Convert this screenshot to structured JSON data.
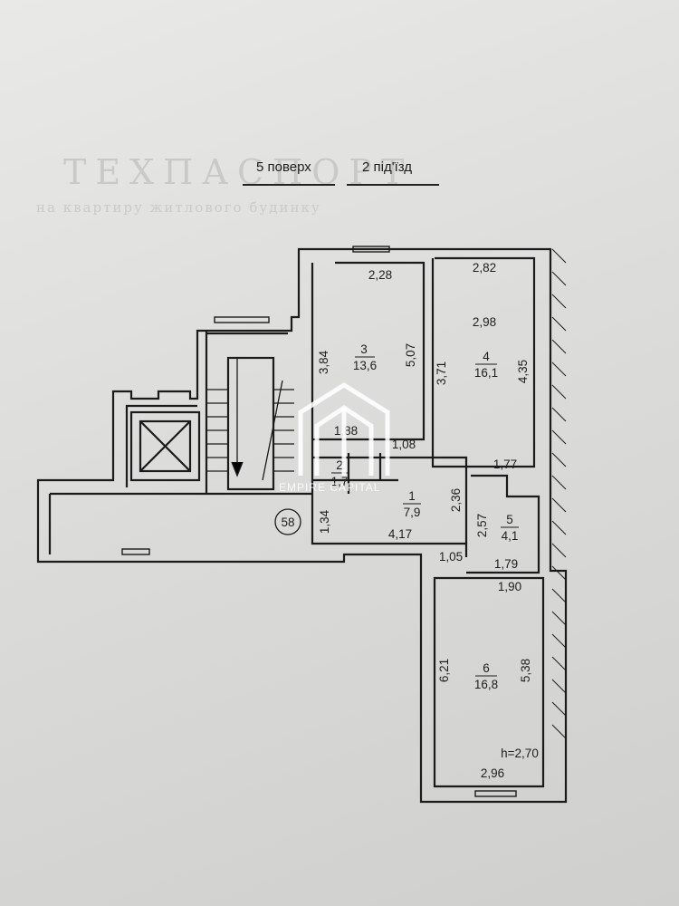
{
  "header": {
    "floor": "5 поверх",
    "entrance": "2 під'їзд"
  },
  "watermark": {
    "text": "EMPIRE CAPITAL"
  },
  "ceiling": "h=2,70",
  "stair_number": "58",
  "rooms": [
    {
      "num": "1",
      "area": "7,9"
    },
    {
      "num": "2",
      "area": "1,7"
    },
    {
      "num": "3",
      "area": "13,6"
    },
    {
      "num": "4",
      "area": "16,1"
    },
    {
      "num": "5",
      "area": "4,1"
    },
    {
      "num": "6",
      "area": "16,8"
    }
  ],
  "dimensions": {
    "r3_top": "2,28",
    "r3_left": "3,84",
    "r3_right": "5,07",
    "r3_bottom": "1,88",
    "r4_top": "2,82",
    "r4_inner": "2,98",
    "r4_left": "3,71",
    "r4_right": "4,35",
    "r4_bottom": "1,77",
    "bath_w": "1,08",
    "r1_right": "2,36",
    "r1_left": "1,34",
    "r1_bottom": "4,17",
    "r5_left": "2,57",
    "r5_top_left": "1,05",
    "r5_bottom": "1,79",
    "r6_top": "1,90",
    "r6_left": "6,21",
    "r6_right": "5,38",
    "r6_bottom": "2,96"
  }
}
